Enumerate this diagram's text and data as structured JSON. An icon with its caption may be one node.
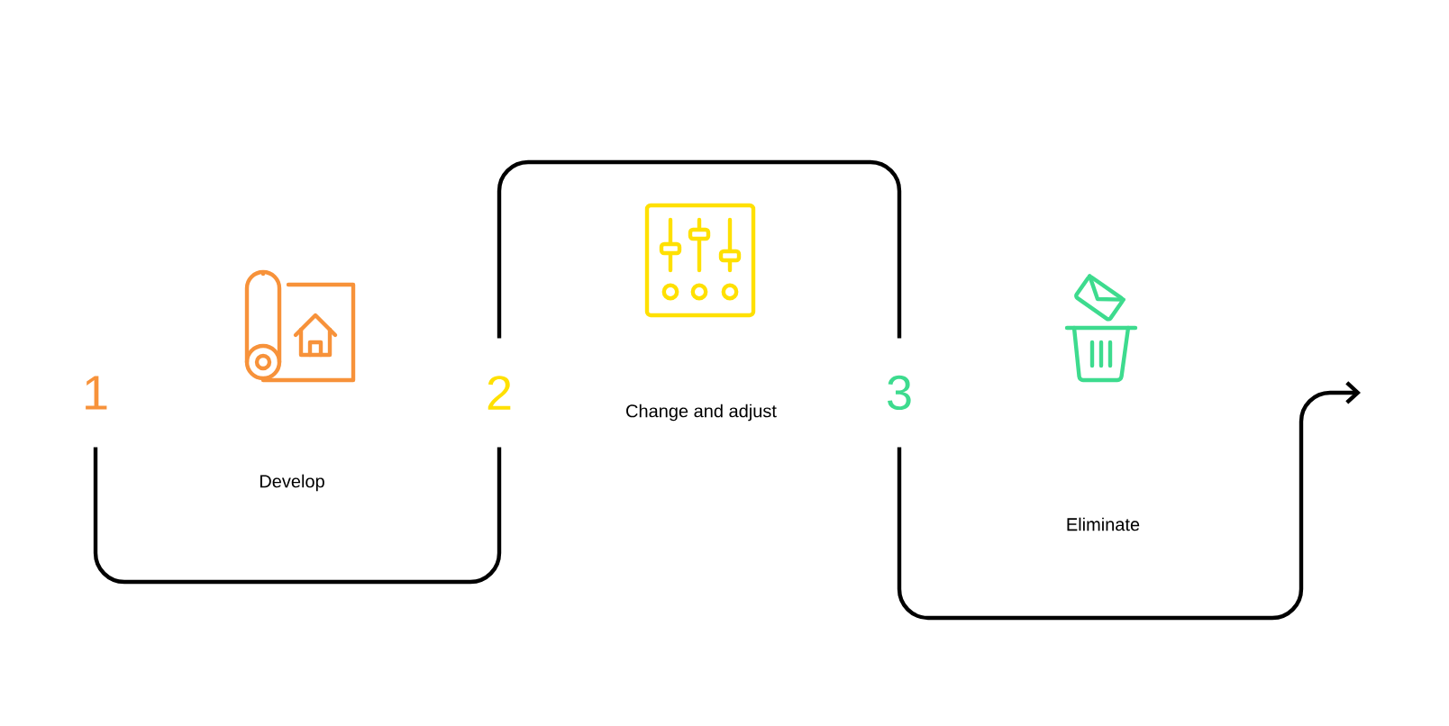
{
  "diagram": {
    "nodes": [
      {
        "text": [
          "1"
        ]
      },
      {
        "text": [
          "2"
        ]
      },
      {
        "text": [
          "3"
        ]
      }
    ],
    "edges": [
      {
        "from": 0,
        "to": 1,
        "arrow": "none"
      },
      {
        "from": 1,
        "to": 2,
        "arrow": "none"
      },
      {
        "from": 2,
        "to": null,
        "arrow": "to"
      }
    ],
    "labels": [
      "Develop",
      "Change and adjust",
      "Eliminate"
    ]
  }
}
